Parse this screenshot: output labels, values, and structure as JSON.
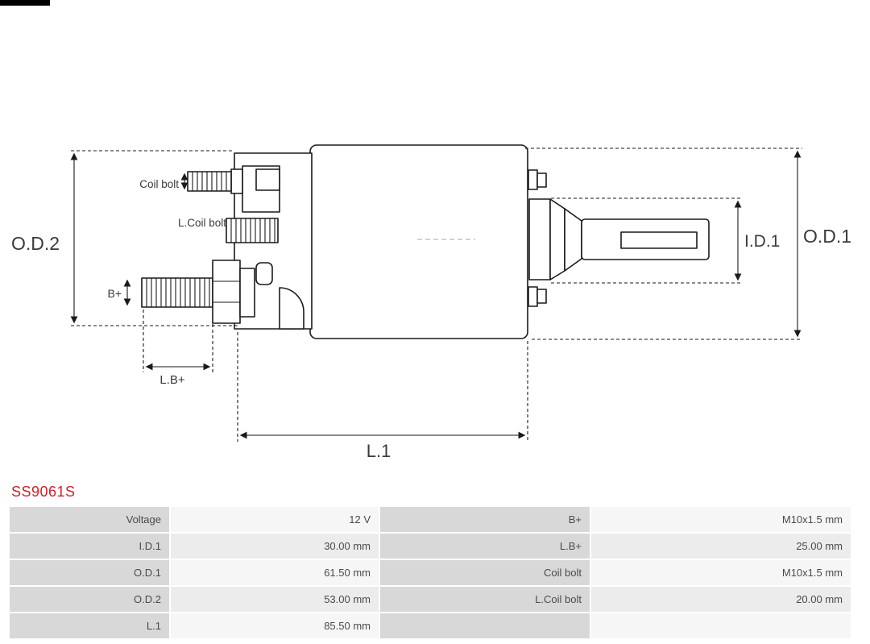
{
  "part_number": "SS9061S",
  "diagram": {
    "labels": {
      "od2": "O.D.2",
      "od1": "O.D.1",
      "id1": "I.D.1",
      "l1": "L.1",
      "lb_plus": "L.B+",
      "b_plus": "B+",
      "coil_bolt": "Coil bolt",
      "l_coil_bolt": "L.Coil bolt"
    }
  },
  "table": {
    "rows": [
      {
        "label_left": "Voltage",
        "value_left": "12 V",
        "label_right": "B+",
        "value_right": "M10x1.5 mm"
      },
      {
        "label_left": "I.D.1",
        "value_left": "30.00 mm",
        "label_right": "L.B+",
        "value_right": "25.00 mm"
      },
      {
        "label_left": "O.D.1",
        "value_left": "61.50 mm",
        "label_right": "Coil bolt",
        "value_right": "M10x1.5 mm"
      },
      {
        "label_left": "O.D.2",
        "value_left": "53.00 mm",
        "label_right": "L.Coil bolt",
        "value_right": "20.00 mm"
      },
      {
        "label_left": "L.1",
        "value_left": "85.50 mm",
        "label_right": "",
        "value_right": ""
      }
    ]
  },
  "colors": {
    "part_number_color": "#cc2328",
    "drawing_line_color": "#1a1a1a",
    "diagram_label_color": "#3a3a3a",
    "table_label_bg": "#d8d8d8",
    "table_value_bg_odd": "#f6f6f6",
    "table_value_bg_even": "#ececec",
    "table_text_color": "#4a4a4a"
  }
}
